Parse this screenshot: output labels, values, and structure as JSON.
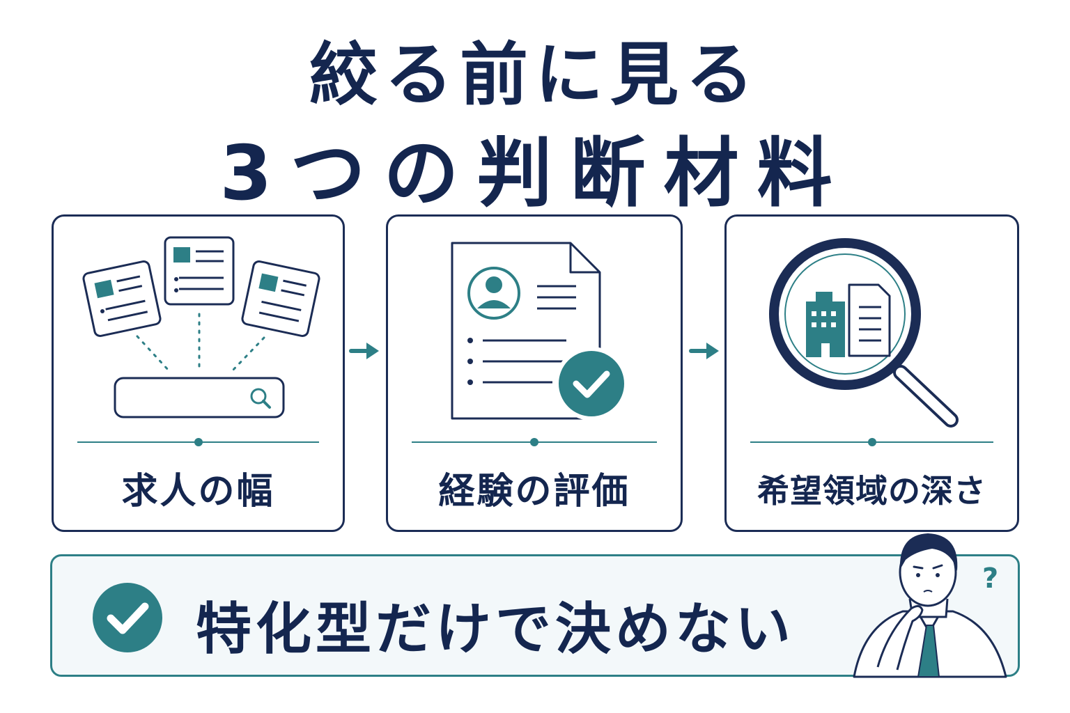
{
  "title": {
    "line1": "絞る前に見る",
    "line2": "3つの判断材料"
  },
  "cards": [
    {
      "label": "求人の幅",
      "icon": "job-listings-search-icon"
    },
    {
      "label": "経験の評価",
      "icon": "resume-check-icon"
    },
    {
      "label": "希望領域の深さ",
      "icon": "magnifier-building-icon"
    }
  ],
  "banner": {
    "text": "特化型だけで決めない",
    "icon": "check-circle-icon"
  },
  "illustration": {
    "person": "thinking-businessman",
    "mark": "?"
  },
  "colors": {
    "navy": "#14264f",
    "teal": "#2d7f86",
    "banner_bg": "#f3f8fa"
  }
}
